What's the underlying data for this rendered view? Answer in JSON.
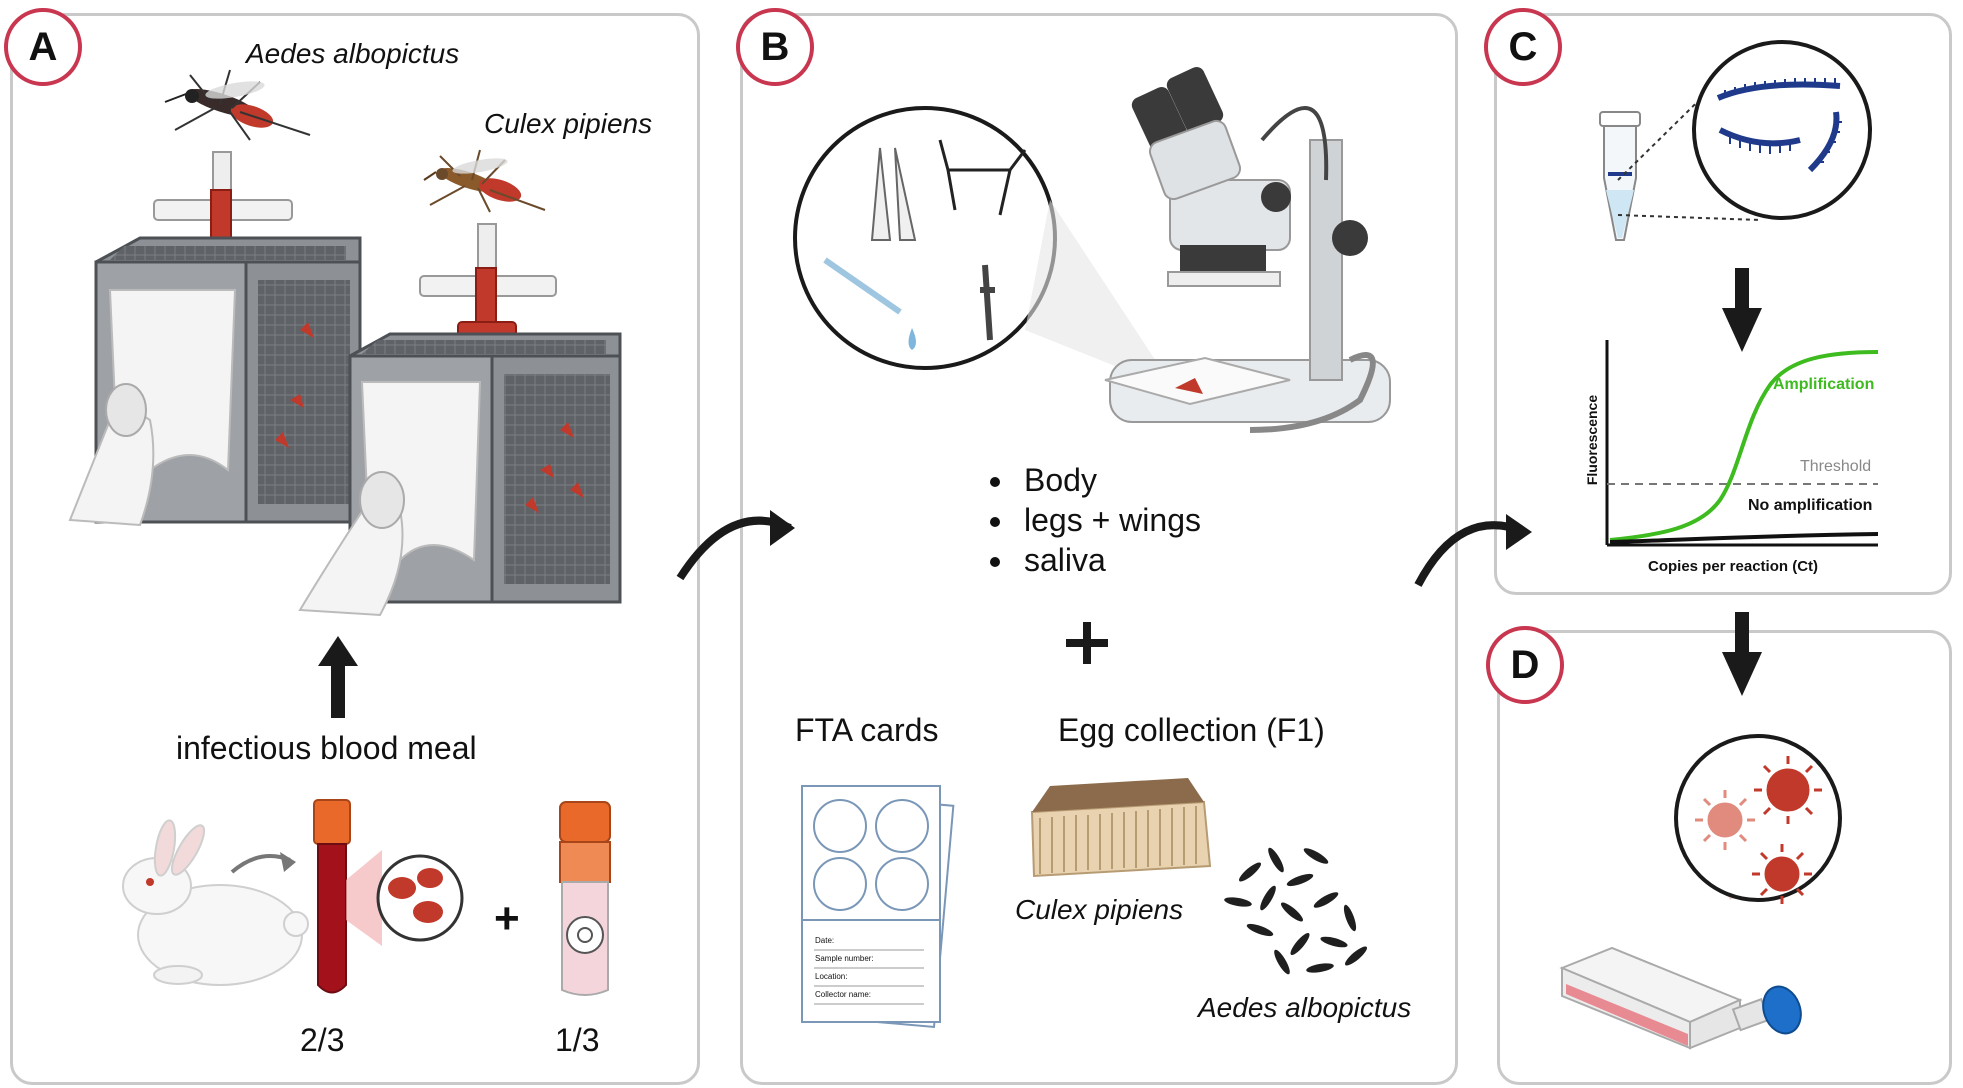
{
  "panels": {
    "a": {
      "badge": "A",
      "species1": "Aedes albopictus",
      "species2": "Culex pipiens",
      "meal_label": "infectious blood meal",
      "frac_blood": "2/3",
      "frac_virus": "1/3",
      "plus": "+"
    },
    "b": {
      "badge": "B",
      "samples": [
        "Body",
        "legs + wings",
        "saliva"
      ],
      "plus": "+",
      "fta_label": "FTA cards",
      "egg_label": "Egg collection (F1)",
      "egg_species1": "Culex pipiens",
      "egg_species2": "Aedes albopictus",
      "card_fields": [
        "Date:",
        "Sample number:",
        "Location:",
        "Collector name:"
      ]
    },
    "c": {
      "badge": "C",
      "ylabel": "Fluorescence",
      "xlabel": "Copies per reaction (Ct)",
      "amp_label": "Amplification",
      "threshold_label": "Threshold",
      "noamp_label": "No amplification"
    },
    "d": {
      "badge": "D"
    }
  },
  "colors": {
    "badge_ring": "#c8364f",
    "panel_border": "#c9c9c9",
    "amplification": "#3dbb1f",
    "dna": "#1f3a8a",
    "virus": "#c0392b",
    "blood": "#a3121b",
    "cap": "#e8692a"
  }
}
